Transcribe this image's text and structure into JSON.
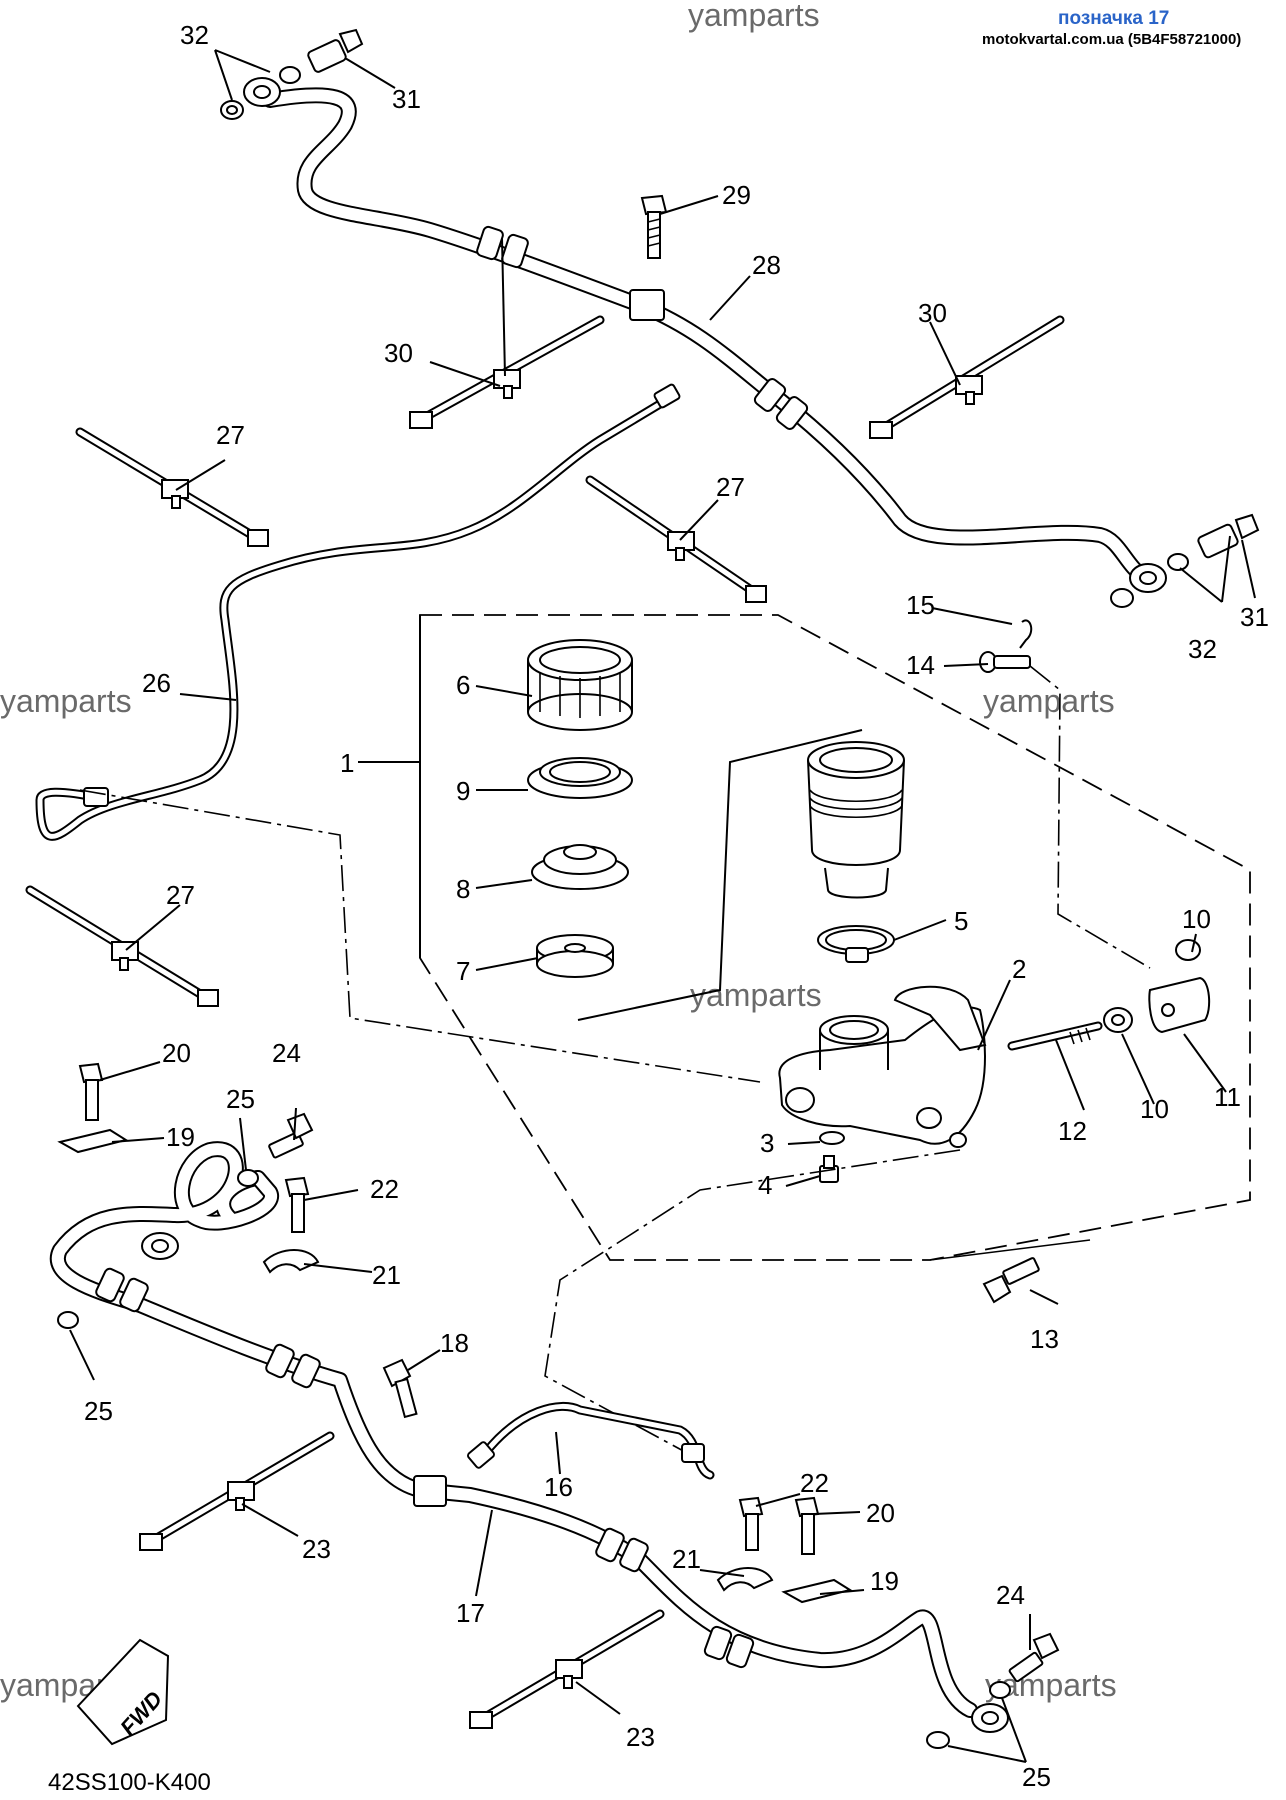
{
  "header": {
    "label": "позначка 17",
    "source": "motokvartal.com.ua (5B4F58721000)"
  },
  "watermark": "yamparts",
  "diagram_code": "42SS100-K400",
  "fwd_label": "FWD",
  "callouts": {
    "c1": "1",
    "c2": "2",
    "c3": "3",
    "c4": "4",
    "c5": "5",
    "c6": "6",
    "c7": "7",
    "c8": "8",
    "c9": "9",
    "c10a": "10",
    "c10b": "10",
    "c11": "11",
    "c12": "12",
    "c13": "13",
    "c14": "14",
    "c15": "15",
    "c16": "16",
    "c17": "17",
    "c18": "18",
    "c19a": "19",
    "c19b": "19",
    "c20a": "20",
    "c20b": "20",
    "c21a": "21",
    "c21b": "21",
    "c22a": "22",
    "c22b": "22",
    "c23a": "23",
    "c23b": "23",
    "c24a": "24",
    "c24b": "24",
    "c25a": "25",
    "c25b": "25",
    "c25c": "25",
    "c26": "26",
    "c27a": "27",
    "c27b": "27",
    "c27c": "27",
    "c28": "28",
    "c29": "29",
    "c30a": "30",
    "c30b": "30",
    "c31a": "31",
    "c31b": "31",
    "c32a": "32",
    "c32b": "32"
  },
  "colors": {
    "line": "#000000",
    "watermark": "#6a6a6a",
    "header": "#2a64c8"
  }
}
